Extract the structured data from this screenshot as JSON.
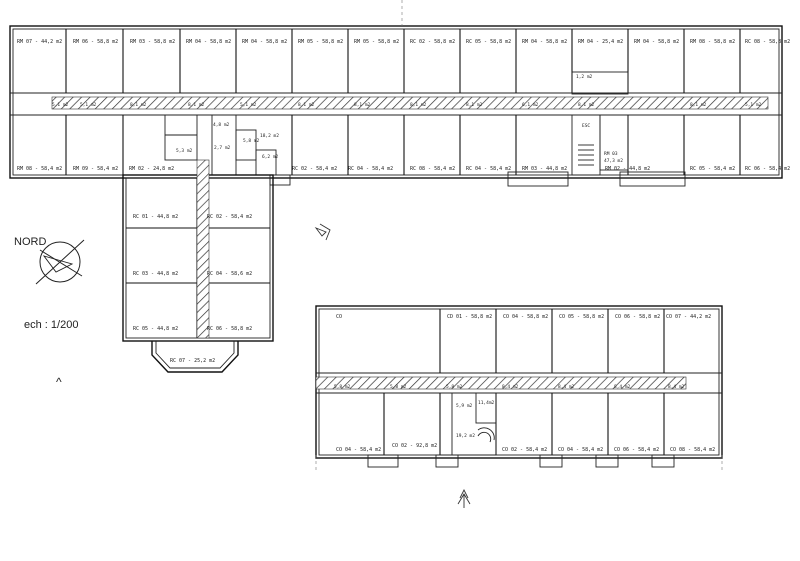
{
  "legend": {
    "north_label": "NORD",
    "scale_label": "ech : 1/200",
    "caret": "^"
  },
  "wing_top": {
    "rooms_top": [
      "RM 07 - 44,2 m2",
      "RM 06 - 58,8 m2",
      "RM 03 - 58,8 m2",
      "RM 04 - 58,8 m2",
      "RM 04 - 58,8 m2",
      "RM 05 - 58,8 m2",
      "RM 05 - 58,8 m2",
      "RC 02 - 58,8 m2",
      "RC 05 - 58,8 m2",
      "RM 04 - 58,8 m2",
      "RM 04 - 25,4 m2",
      "RM 04 - 58,8 m2",
      "RM 08 - 58,8 m2",
      "RC 08 - 58,8 m2"
    ],
    "rooms_bottom": [
      "RM 08 - 58,4 m2",
      "RM 09 - 58,4 m2",
      "RM 02 - 24,8 m2",
      "RC 02 - 58,4 m2",
      "RC 04 - 58,4 m2",
      "RC 08 - 58,4 m2",
      "RC 04 - 58,4 m2",
      "RM 03 - 44,8 m2",
      "RM 02 - 44,8 m2",
      "RC 05 - 58,4 m2",
      "RC 06 - 58,4 m2"
    ],
    "corridor_labels": [
      "5,1 m2",
      "5,1 m2",
      "8,1 m2",
      "8,1 m2",
      "5,1 m2",
      "8,1 m2",
      "8,1 m2",
      "8,1 m2",
      "8,1 m2",
      "6,1 m2",
      "8,1 m2",
      "8,1 m2",
      "5,1 m2"
    ],
    "service_labels": [
      "4,8 m2",
      "5,3 m2",
      "2,7 m2",
      "18,2 m2",
      "6,2 m2",
      "5,8 m2",
      "1,2 m2",
      "ESC",
      "RM 03",
      "47,3 m2"
    ]
  },
  "wing_left": {
    "rooms": [
      "RC 01 - 44,8 m2",
      "RC 02 - 58,4 m2",
      "RC 03 - 44,8 m2",
      "RC 04 - 58,6 m2",
      "RC 05 - 44,8 m2",
      "RC 06 - 58,8 m2",
      "RC 07 - 25,2 m2"
    ]
  },
  "wing_bottom": {
    "rooms_top": [
      "CO",
      "CD 01 - 58,8 m2",
      "CO 04 - 58,8 m2",
      "CO 05 - 58,8 m2",
      "CO 06 - 58,8 m2",
      "CO 07 - 44,2 m2"
    ],
    "rooms_bottom": [
      "CO 04 - 58,4 m2",
      "CO 02 - 92,8 m2",
      "CO 02 - 58,4 m2",
      "CO 04 - 58,4 m2",
      "CO 06 - 58,4 m2",
      "CO 08 - 58,4 m2"
    ],
    "corridor_labels": [
      "5,8 m2",
      "5,8 m2",
      "5,8 m2",
      "8,4 m2",
      "8,4 m2",
      "8,4 m2",
      "8,4 m2",
      "8,4 m2"
    ],
    "service_labels": [
      "5,9 m2",
      "11,4m2",
      "19,2 m2"
    ]
  }
}
